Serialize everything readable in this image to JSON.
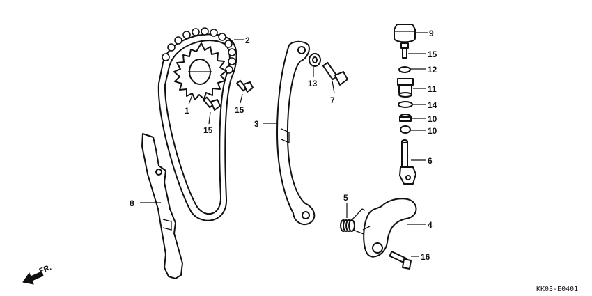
{
  "callouts": [
    "1",
    "2",
    "3",
    "4",
    "5",
    "6",
    "7",
    "8",
    "9",
    "10",
    "10",
    "11",
    "12",
    "13",
    "14",
    "15",
    "15",
    "15",
    "16"
  ],
  "direction": "FR.",
  "diagram_code": "KK03-E0401"
}
